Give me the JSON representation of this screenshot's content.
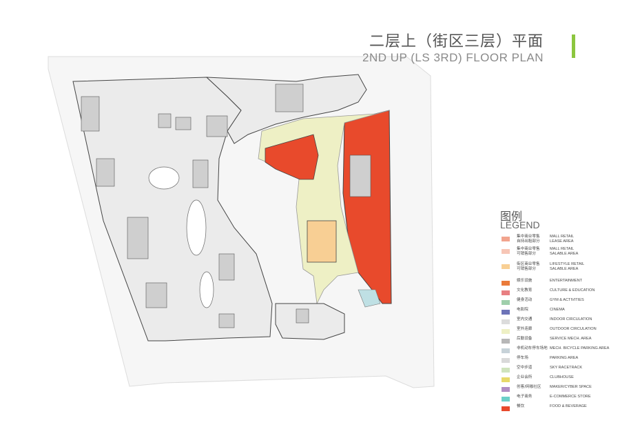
{
  "title_cn": "二层上（街区三层）平面",
  "title_en": "2ND UP (LS 3RD) FLOOR PLAN",
  "accent_color": "#8cc63f",
  "legend": {
    "title_cn": "图例",
    "title_en": "LEGEND",
    "items": [
      {
        "cn": "集中商业零售\n自持出租部分",
        "en": "MALL RETAIL\nLEASE AREA",
        "color": "#f2a48e"
      },
      {
        "cn": "集中商业零售\n可销售部分",
        "en": "MALL RETAIL\nSALABLE AREA",
        "color": "#f7c6b6"
      },
      {
        "cn": "街区商业零售\n可销售部分",
        "en": "LIFESTYLE RETAIL\nSALABLE AREA",
        "color": "#f8cf94"
      },
      {
        "cn": "娱乐设施",
        "en": "ENTERTAINMENT",
        "color": "#ea7b3a"
      },
      {
        "cn": "文化教育",
        "en": "CULTURE & EDUCATION",
        "color": "#e87f82"
      },
      {
        "cn": "健身活动",
        "en": "GYM & ACTIVITIES",
        "color": "#9fcfab"
      },
      {
        "cn": "电影院",
        "en": "CINEMA",
        "color": "#6d74b8"
      },
      {
        "cn": "室内交通",
        "en": "INDOOR CIRCULATION",
        "color": "#dcdcdc"
      },
      {
        "cn": "室外连廊",
        "en": "OUTDOOR CIRCULATION",
        "color": "#eef0c5"
      },
      {
        "cn": "后勤设备",
        "en": "SERVICE MECH. AREA",
        "color": "#b7b7b7"
      },
      {
        "cn": "非机动车停车场地",
        "en": "MECH. BICYCLE PARKING AREA",
        "color": "#c7d2d8"
      },
      {
        "cn": "停车场",
        "en": "PARKING AREA",
        "color": "#d9d9d9"
      },
      {
        "cn": "空中步道",
        "en": "SKY RACETRACK",
        "color": "#cfe3bd"
      },
      {
        "cn": "企业会所",
        "en": "CLUBHOUSE",
        "color": "#e7d96a"
      },
      {
        "cn": "创客/网咖社区",
        "en": "MAKER/CYBER SPACE",
        "color": "#b18ec4"
      },
      {
        "cn": "电子商务",
        "en": "E-COMMERCE STORE",
        "color": "#6ccfc9"
      },
      {
        "cn": "餐饮",
        "en": "FOOD & BEVERAGE",
        "color": "#e84a2c"
      }
    ]
  },
  "plan_colors": {
    "building": "#ebebeb",
    "site": "#f6f6f6",
    "food_beverage": "#e84a2c",
    "lifestyle_retail": "#f8cf94",
    "outdoor_circulation": "#eef0c5",
    "glass": "#bfe0e4"
  }
}
